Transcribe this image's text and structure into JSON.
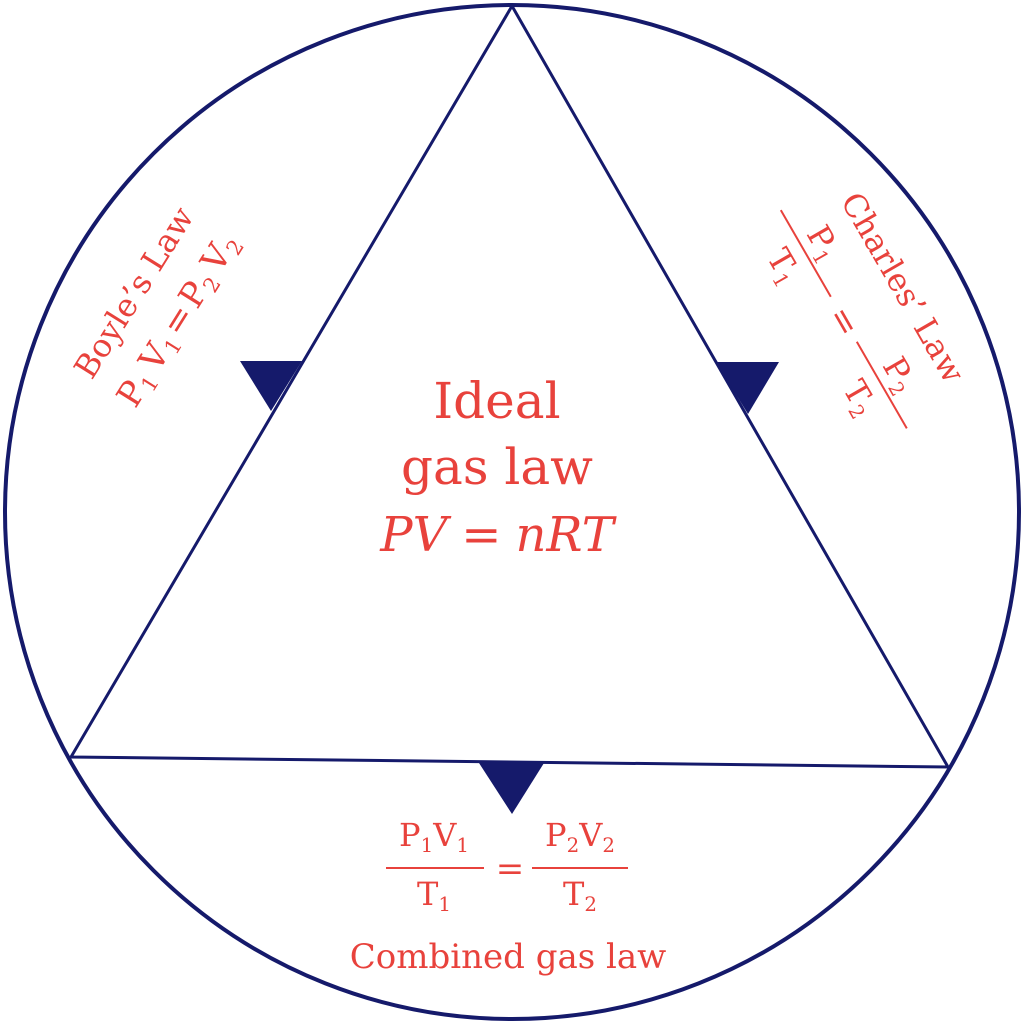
{
  "colors": {
    "outline": "#151a6b",
    "marker": "#151a6b",
    "text": "#e8423c",
    "background": "#ffffff"
  },
  "center": {
    "line1": "Ideal",
    "line2": "gas law",
    "formula": {
      "p": "P",
      "v": "V",
      "eq": "=",
      "n": "n",
      "r": "R",
      "t": "T"
    }
  },
  "boyle": {
    "title": "Boyle’s Law",
    "p": "P",
    "v": "V",
    "s1": "1",
    "s2": "2",
    "eq": "="
  },
  "charles": {
    "title": "Charles’ Law",
    "p": "P",
    "t": "T",
    "s1": "1",
    "s2": "2",
    "eq": "="
  },
  "combined": {
    "title": "Combined gas law",
    "p": "P",
    "v": "V",
    "t": "T",
    "s1": "1",
    "s2": "2",
    "eq": "="
  }
}
